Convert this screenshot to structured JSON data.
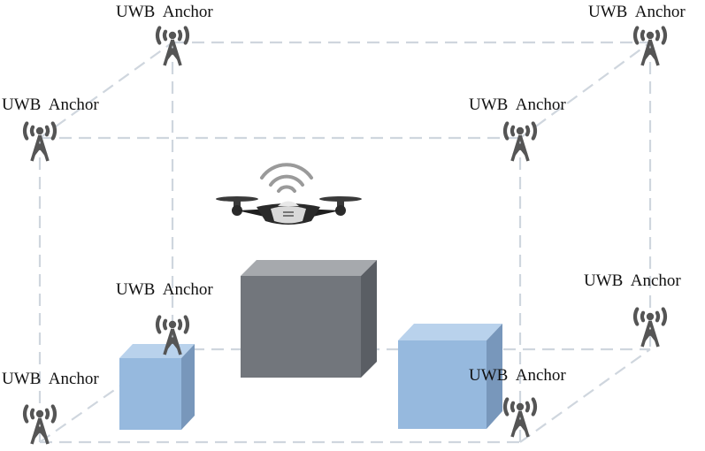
{
  "anchor_label": "UWB  Anchor",
  "anchors": [
    {
      "id": "back-top-left"
    },
    {
      "id": "back-top-right"
    },
    {
      "id": "front-top-left"
    },
    {
      "id": "front-top-right"
    },
    {
      "id": "back-bottom-left"
    },
    {
      "id": "back-bottom-right"
    },
    {
      "id": "front-bottom-left"
    },
    {
      "id": "front-bottom-right"
    }
  ],
  "colors": {
    "edge": "#cfd6de",
    "antenna": "#555555",
    "gray_box": "#6f737a",
    "blue_box": "#8fb3d9",
    "drone_body": "#2a2a2a"
  },
  "icons": {
    "anchor": "uwb-antenna-icon",
    "drone": "drone-icon",
    "signal": "wifi-signal-icon"
  }
}
